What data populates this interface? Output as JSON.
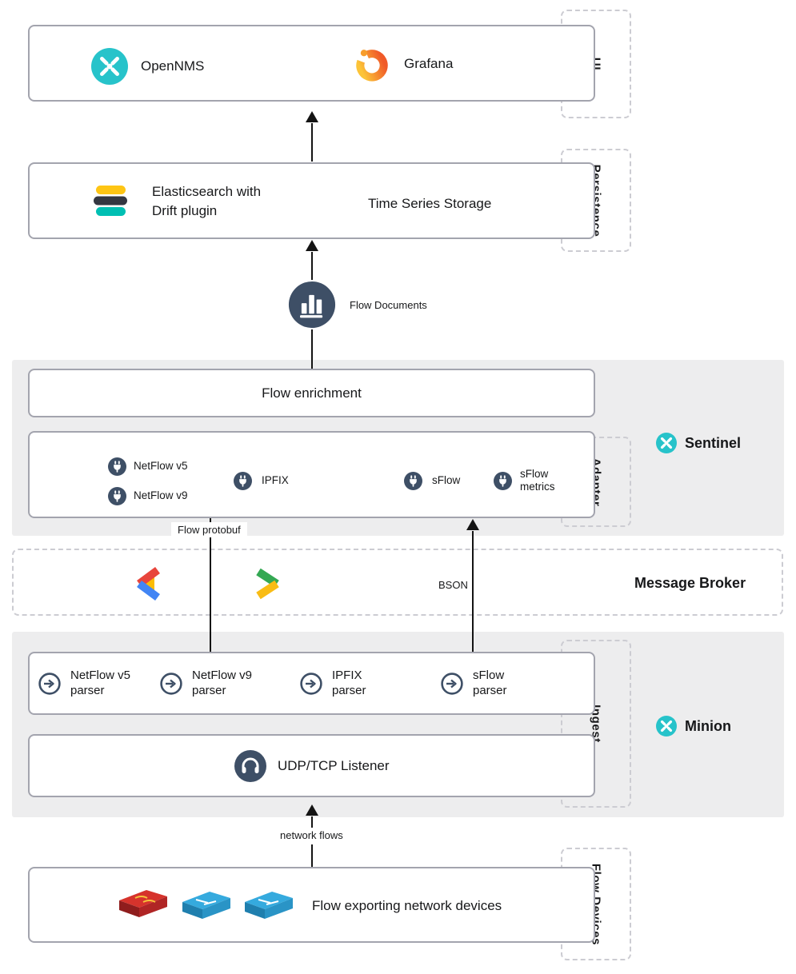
{
  "colors": {
    "accent_teal": "#27c3ca",
    "icon_dark": "#3e4f66",
    "section_gray": "#ededee",
    "box_border": "#a3a4ae",
    "arrow_black": "#141414",
    "elastic_yellow": "#fec514",
    "elastic_dark": "#343741",
    "elastic_teal": "#00bfb3"
  },
  "ui_layer": {
    "side_label": "UI",
    "opennms": {
      "label": "OpenNMS",
      "icon": "opennms-logo"
    },
    "grafana": {
      "label": "Grafana",
      "icon": "grafana-logo"
    }
  },
  "persistence_layer": {
    "side_label": "Persistence",
    "elasticsearch": {
      "label": "Elasticsearch with Drift plugin",
      "icon": "elasticsearch-logo"
    },
    "time_series": {
      "label": "Time Series Storage"
    }
  },
  "flow_documents": {
    "label": "Flow Documents",
    "icon": "bar-chart-icon"
  },
  "sentinel": {
    "name": "Sentinel",
    "logo_icon": "opennms-mark",
    "enrichment_box": {
      "label": "Flow enrichment"
    },
    "adapter_side_label": "Adapter",
    "adapters": [
      {
        "label": "NetFlow v5",
        "icon": "plug-icon"
      },
      {
        "label": "NetFlow v9",
        "icon": "plug-icon"
      },
      {
        "label": "IPFIX",
        "icon": "plug-icon"
      },
      {
        "label": "sFlow",
        "icon": "plug-icon"
      },
      {
        "label": "sFlow metrics",
        "icon": "plug-icon"
      }
    ]
  },
  "flow_protobuf_label": "Flow protobuf",
  "message_broker": {
    "name": "Message Broker",
    "bson_label": "BSON",
    "logos": [
      "chevron-left-logo",
      "chevron-right-logo"
    ]
  },
  "minion": {
    "name": "Minion",
    "logo_icon": "opennms-mark",
    "ingest_side_label": "Ingest",
    "parsers": [
      {
        "label": "NetFlow v5 parser",
        "icon": "parser-arrow-icon"
      },
      {
        "label": "NetFlow v9 parser",
        "icon": "parser-arrow-icon"
      },
      {
        "label": "IPFIX parser",
        "icon": "parser-arrow-icon"
      },
      {
        "label": "sFlow parser",
        "icon": "parser-arrow-icon"
      }
    ],
    "listener": {
      "label": "UDP/TCP Listener",
      "icon": "headphones-icon"
    }
  },
  "network_flows_label": "network flows",
  "flow_devices": {
    "side_label": "Flow Devices",
    "label": "Flow exporting network devices",
    "icons": [
      "router-icon",
      "switch-icon",
      "switch-icon"
    ]
  }
}
